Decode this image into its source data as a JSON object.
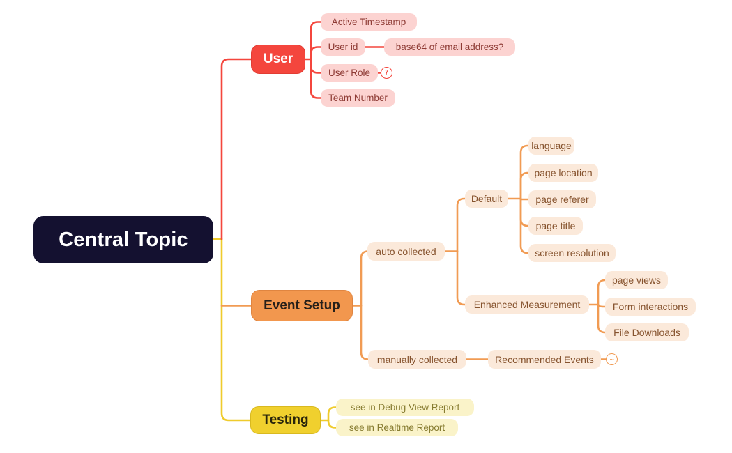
{
  "canvas": {
    "background": "#ffffff"
  },
  "colors": {
    "central_bg": "#141130",
    "central_fg": "#ffffff",
    "user_accent": "#f4463d",
    "user_child_bg": "#fcd3d1",
    "user_child_fg": "#8e3b35",
    "event_accent": "#f2974e",
    "event_line": "#f19b53",
    "event_child_bg": "#fbe9da",
    "event_child_fg": "#86532e",
    "testing_accent": "#f0d02e",
    "testing_line": "#efcb2c",
    "testing_child_bg": "#faf3c9",
    "testing_child_fg": "#877c31"
  },
  "nodes": {
    "central": {
      "label": "Central Topic"
    },
    "user": {
      "label": "User",
      "children": {
        "active_timestamp": {
          "label": "Active Timestamp"
        },
        "user_id": {
          "label": "User id",
          "children": {
            "base64": {
              "label": "base64 of email address?"
            }
          }
        },
        "user_role": {
          "label": "User Role",
          "badge": "7"
        },
        "team_number": {
          "label": "Team Number"
        }
      }
    },
    "event_setup": {
      "label": "Event Setup",
      "children": {
        "auto_collected": {
          "label": "auto collected",
          "children": {
            "default": {
              "label": "Default",
              "children": {
                "language": {
                  "label": "language"
                },
                "page_location": {
                  "label": "page location"
                },
                "page_referer": {
                  "label": "page referer"
                },
                "page_title": {
                  "label": "page title"
                },
                "screen_resolution": {
                  "label": "screen resolution"
                }
              }
            },
            "enhanced_measurement": {
              "label": "Enhanced Measurement",
              "children": {
                "page_views": {
                  "label": "page views"
                },
                "form_interactions": {
                  "label": "Form interactions"
                },
                "file_downloads": {
                  "label": "File Downloads"
                }
              }
            }
          }
        },
        "manually_collected": {
          "label": "manually collected",
          "children": {
            "recommended_events": {
              "label": "Recommended Events",
              "badge": "···"
            }
          }
        }
      }
    },
    "testing": {
      "label": "Testing",
      "children": {
        "debug_view": {
          "label": "see in Debug View Report"
        },
        "realtime": {
          "label": "see in Realtime Report"
        }
      }
    }
  }
}
